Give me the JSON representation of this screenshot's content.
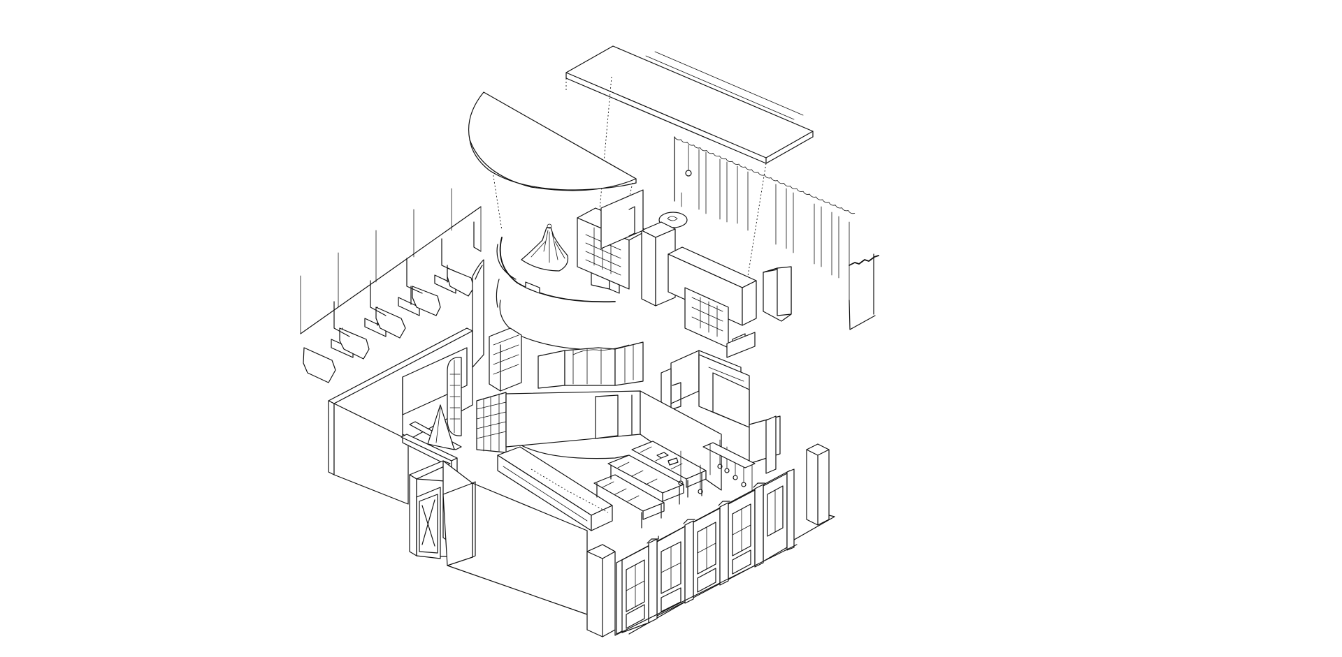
{
  "drawing": {
    "background": "#ffffff",
    "line_color": "#111111",
    "components": [
      "roof-slab-right",
      "ceiling-semicircle",
      "curtain-wall",
      "display-booths",
      "dress-display-podium",
      "shelving-units",
      "pendant-lamps",
      "main-floor-walls",
      "workbench-tables",
      "storefront-facade",
      "entrance-door"
    ]
  }
}
